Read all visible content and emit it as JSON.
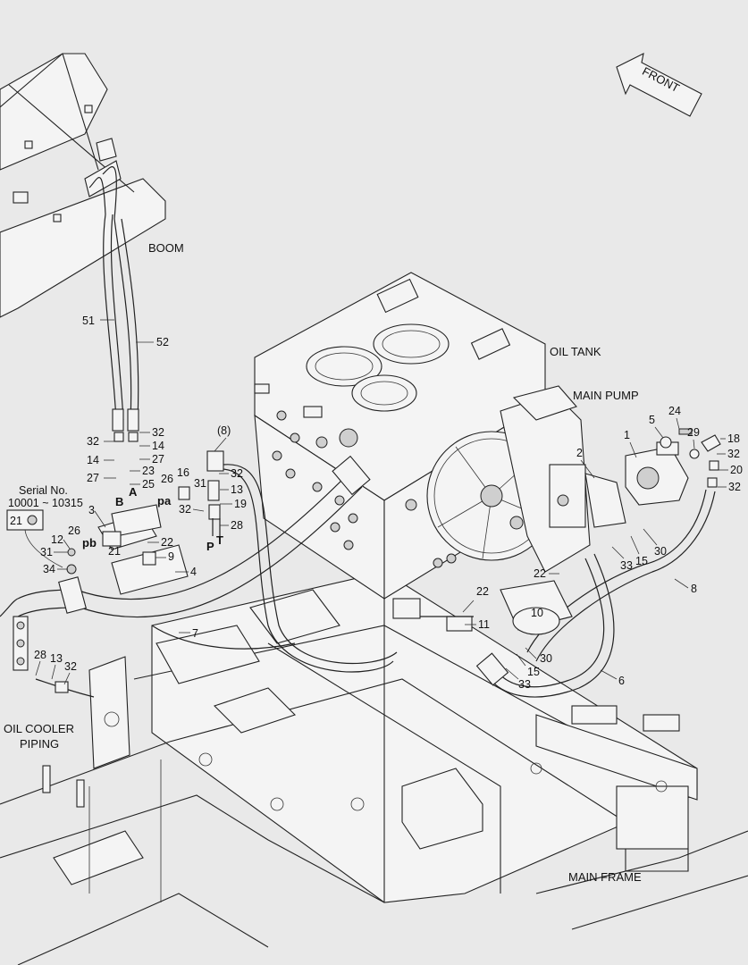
{
  "captions": {
    "front": "FRONT",
    "boom": "BOOM",
    "oil_tank": "OIL TANK",
    "main_pump": "MAIN PUMP",
    "oil_cooler_line1": "OIL COOLER",
    "oil_cooler_line2": "PIPING",
    "main_frame": "MAIN FRAME",
    "serial_line1": "Serial No.",
    "serial_line2": "10001 ~ 10315",
    "serial_part": "21"
  },
  "port_labels": {
    "A": "A",
    "B": "B",
    "P": "P",
    "T": "T",
    "pa": "pa",
    "pb": "pb"
  },
  "part_numbers": {
    "n51": "51",
    "n52": "52",
    "n32a": "32",
    "n32b": "32",
    "n14a": "14",
    "n14b": "14",
    "n27a": "27",
    "n27b": "27",
    "n23": "23",
    "n25": "25",
    "n8p": "(8)",
    "n32c": "32",
    "n31a": "31",
    "n13a": "13",
    "n19": "19",
    "n28a": "28",
    "n26a": "26",
    "n16": "16",
    "n32d": "32",
    "n3": "3",
    "n26b": "26",
    "n12": "12",
    "n31b": "31",
    "n22a": "22",
    "n9": "9",
    "n21": "21",
    "n34": "34",
    "n4": "4",
    "n7": "7",
    "n28b": "28",
    "n13b": "13",
    "n32e": "32",
    "n24": "24",
    "n5": "5",
    "n29": "29",
    "n18": "18",
    "n32f": "32",
    "n20": "20",
    "n32g": "32",
    "n1": "1",
    "n2": "2",
    "n33a": "33",
    "n15a": "15",
    "n30a": "30",
    "n8": "8",
    "n22b": "22",
    "n22c": "22",
    "n11": "11",
    "n10": "10",
    "n30b": "30",
    "n15b": "15",
    "n33b": "33",
    "n6": "6"
  }
}
